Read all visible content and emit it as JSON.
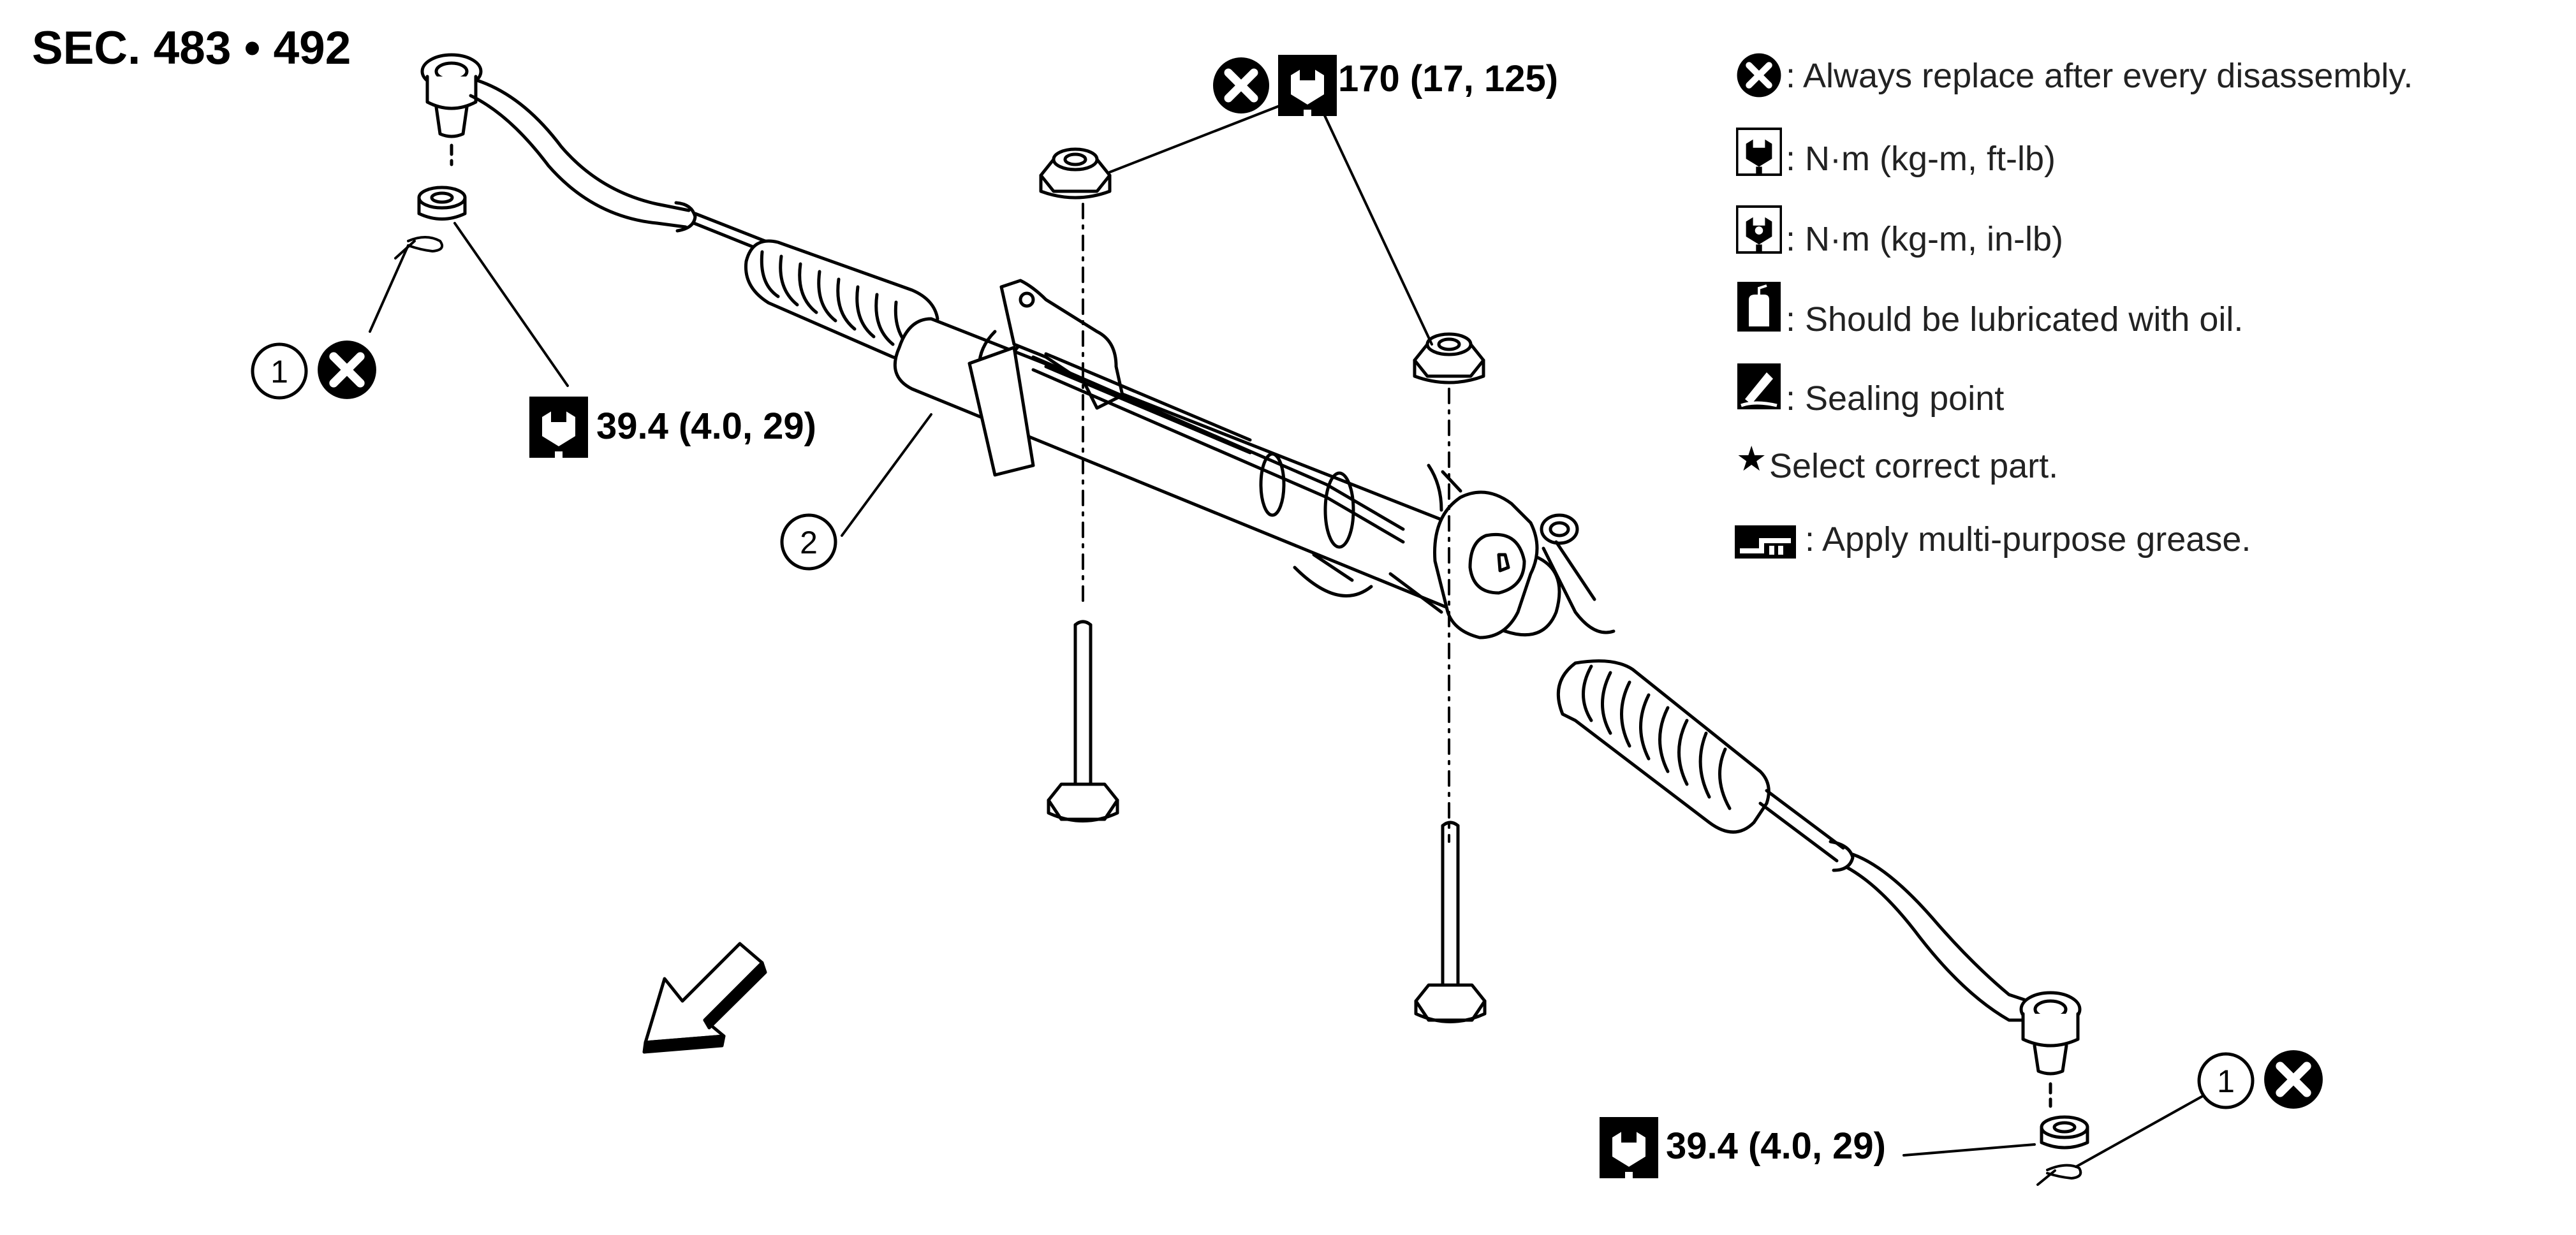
{
  "section": {
    "title": "SEC. 483 • 492"
  },
  "torques": {
    "top_nut": "170 (17, 125)",
    "left_tie_rod": "39.4 (4.0, 29)",
    "right_tie_rod": "39.4 (4.0, 29)"
  },
  "callouts": {
    "cotter_pin_left": "1",
    "cotter_pin_right": "1",
    "gear_assembly": "2"
  },
  "legend": {
    "items": [
      {
        "icon": "replace-x-icon",
        "text": ": Always replace after every disassembly."
      },
      {
        "icon": "wrench-ftlb-icon",
        "text": ": N·m (kg-m, ft-lb)"
      },
      {
        "icon": "wrench-inlb-icon",
        "text": ": N·m (kg-m, in-lb)"
      },
      {
        "icon": "oil-can-icon",
        "text": ": Should be lubricated with oil."
      },
      {
        "icon": "sealing-point-icon",
        "text": ": Sealing point"
      },
      {
        "icon": "star-icon",
        "text": "Select correct part."
      },
      {
        "icon": "grease-icon",
        "text": ": Apply multi-purpose grease."
      }
    ]
  }
}
